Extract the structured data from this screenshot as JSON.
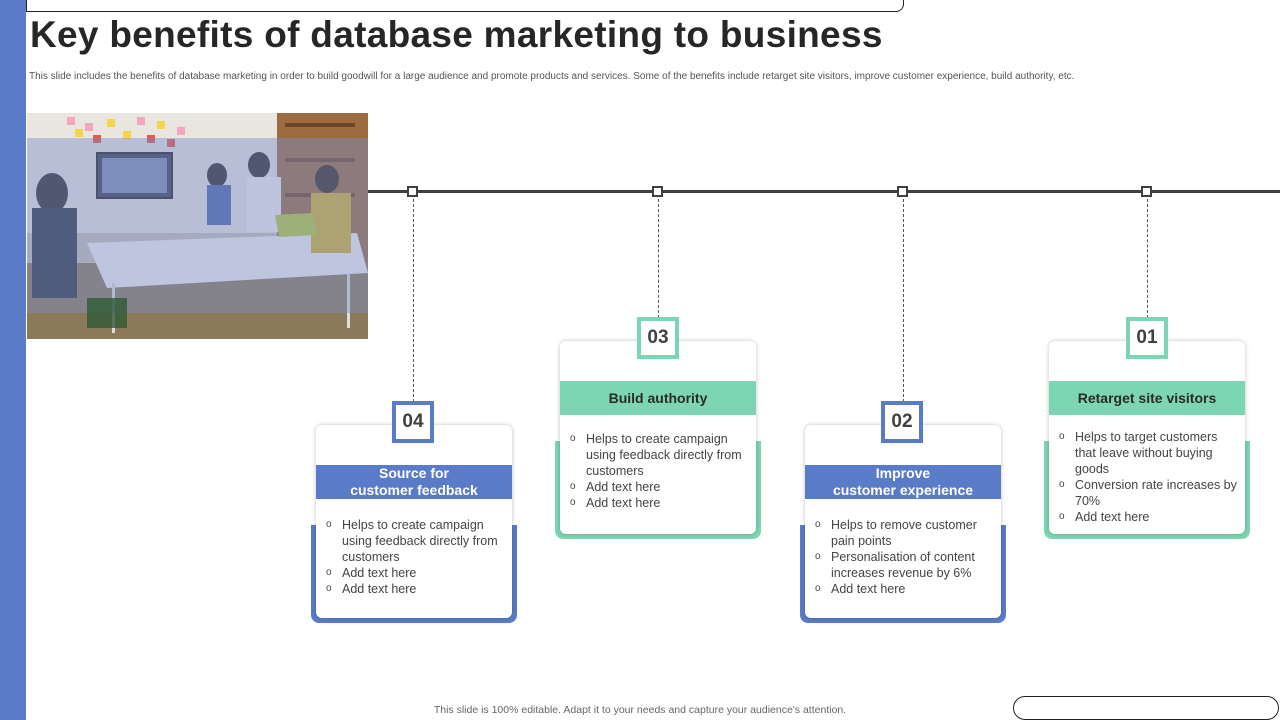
{
  "slide": {
    "title": "Key benefits of database marketing to business",
    "subtitle": "This slide includes the benefits of database marketing  in order to build goodwill for a large audience and promote products and services. Some of the benefits include retarget site visitors, improve customer experience, build authority, etc.",
    "footer": "This slide is 100% editable.  Adapt it to your needs and capture your audience's attention."
  },
  "colors": {
    "blue": "#5a7cc8",
    "green": "#7dd6b3",
    "line": "#404040"
  },
  "photo": {
    "icon": "team-meeting-photo"
  },
  "cards": [
    {
      "number": "04",
      "heading_line1": "Source for",
      "heading_line2": "customer feedback",
      "points": [
        "Helps to create campaign using feedback directly from customers",
        "Add text here",
        "Add text here"
      ]
    },
    {
      "number": "03",
      "heading_line1": "Build authority",
      "heading_line2": "",
      "points": [
        "Helps to create campaign using feedback directly from customers",
        "Add text here",
        "Add text here"
      ]
    },
    {
      "number": "02",
      "heading_line1": "Improve",
      "heading_line2": "customer experience",
      "points": [
        "Helps to remove  customer pain points",
        "Personalisation of content increases revenue  by  6%",
        "Add text here"
      ]
    },
    {
      "number": "01",
      "heading_line1": "Retarget site visitors",
      "heading_line2": "",
      "points": [
        "Helps to target customers that leave without buying goods",
        "Conversion  rate increases by 70%",
        "Add text here"
      ]
    }
  ]
}
